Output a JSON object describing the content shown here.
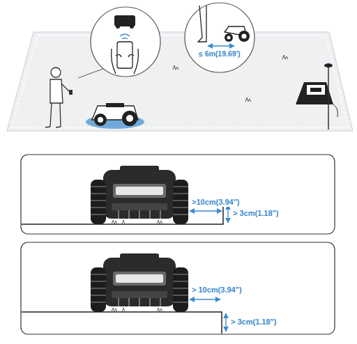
{
  "diagram": {
    "labels": [
      "≤ 6m(19.69')",
      ">10cm(3.94\")",
      "> 3cm(1.18\")",
      "> 10cm(3.94\")",
      "> 3cm(1.18\")"
    ]
  }
}
